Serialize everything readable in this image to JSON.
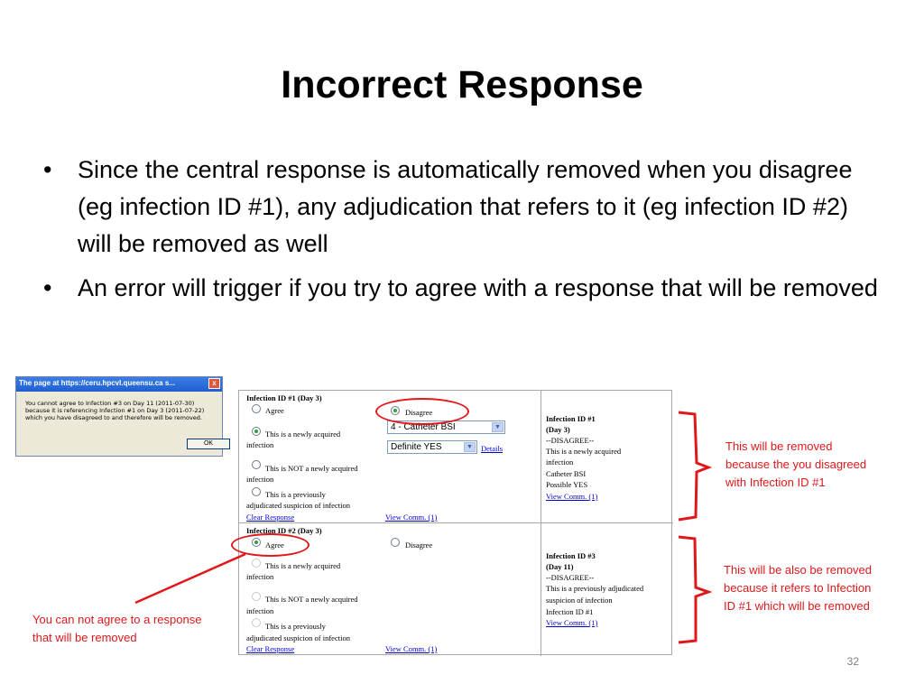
{
  "slide": {
    "title": "Incorrect Response",
    "bullets": [
      "Since the central response is automatically  removed when you disagree (eg infection ID #1), any adjudication that refers to it (eg infection ID #2) will be removed as well",
      "An error will trigger if you try to agree with a response that will be removed"
    ],
    "page_number": "32"
  },
  "dialog": {
    "title": "The page at https://ceru.hpcvl.queensu.ca s...",
    "close": "x",
    "message": "You cannot agree to Infection #3 on Day 11 (2011-07-30)\nbecause it is referencing Infection #1 on Day 3 (2011-07-22)\nwhich you have disagreed to and therefore will be removed.",
    "ok_label": "OK"
  },
  "form": {
    "row1": {
      "heading": "Infection ID #1 (Day 3)",
      "agree": "Agree",
      "disagree": "Disagree",
      "opt_new_1": "This is a newly acquired",
      "opt_new_2": "infection",
      "opt_not_1": "This is NOT a newly acquired",
      "opt_not_2": "infection",
      "opt_prev_1": "This is a previously",
      "opt_prev_2": "adjudicated suspicion of infection",
      "select_type": "4 - Catheter BSI",
      "select_certainty": "Definite YES",
      "details": "Details",
      "clear": "Clear Response",
      "view_comm": "View Comm. (1)",
      "summary": [
        "Infection ID #1",
        "(Day 3)",
        "--DISAGREE--",
        "This is a newly acquired",
        "infection",
        "Catheter BSI",
        "Possible YES"
      ],
      "summary_link": "View Comm. (1)"
    },
    "row2": {
      "heading": "Infection ID #2 (Day 3)",
      "agree": "Agree",
      "disagree": "Disagree",
      "opt_new_1": "This is a newly acquired",
      "opt_new_2": "infection",
      "opt_not_1": "This is NOT a newly acquired",
      "opt_not_2": "infection",
      "opt_prev_1": "This is a previously",
      "opt_prev_2": "adjudicated suspicion of infection",
      "clear": "Clear Response",
      "view_comm": "View Comm. (1)",
      "summary": [
        "Infection ID #3",
        "(Day 11)",
        "--DISAGREE--",
        "This is a previously adjudicated",
        "suspicion of infection",
        "Infection ID #1"
      ],
      "summary_link": "View Comm. (1)"
    }
  },
  "annotations": {
    "note_1": "This will be removed\nbecause the you disagreed\nwith Infection ID #1",
    "note_2": "This will be also be removed\nbecause it refers to Infection\nID #1 which will be removed",
    "note_3": "You can not agree to a response\nthat will be removed",
    "accent_color": "#e0181b"
  }
}
